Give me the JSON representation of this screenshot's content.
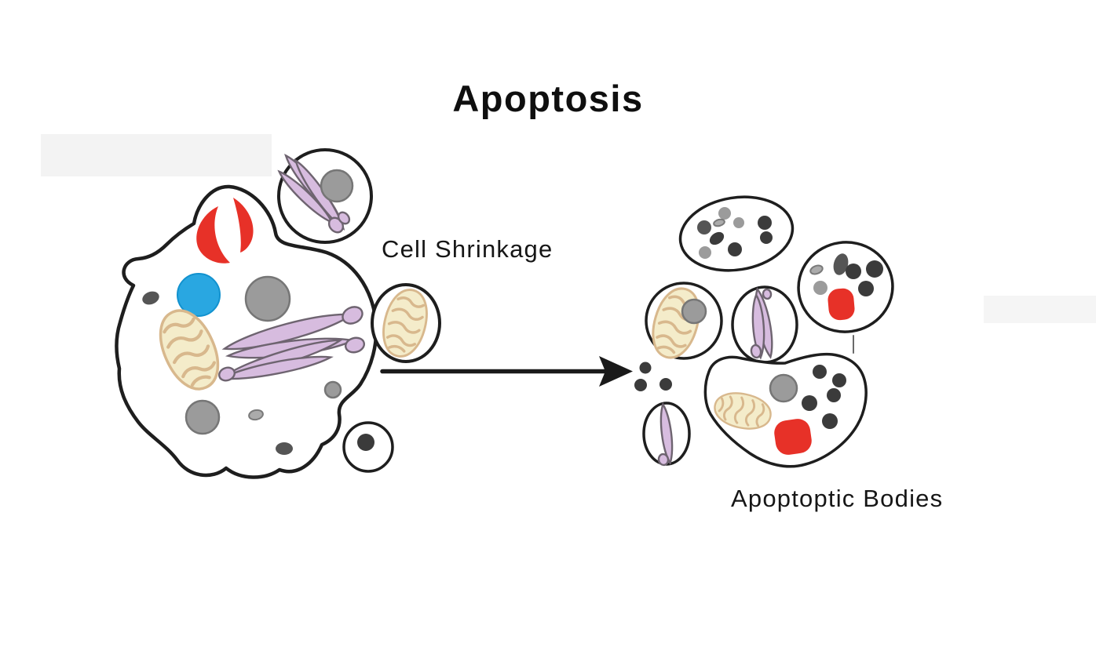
{
  "title": "Apoptosis",
  "labels": {
    "process": "Cell Shrinkage",
    "result": "Apoptoptic Bodies"
  },
  "palette": {
    "background": "#ffffff",
    "outline": "#1e1e1e",
    "text": "#141414",
    "red_organelle": "#e73128",
    "blue_vesicle": "#29a7e1",
    "purple_golgi": "#d7bcdf",
    "tan_mitochondrion": "#f4ecca",
    "tan_cristae": "#d8b88d",
    "gray_nucleus": "#9b9b9b",
    "dark_chromatin_dot": "#3b3b3b",
    "faint_panel": "#f3f3f3"
  },
  "icons": {
    "dying_cell": "irregular blebbing cell outline",
    "lysosome": "red striped sphere",
    "vesicle": "blue circle",
    "nucleus": "gray circle",
    "mitochondrion": "tan bean with cristae folds",
    "golgi_apparatus": "stack of purple cisternae",
    "chromatin_dot": "dark gray dot",
    "membrane_bleb": "small detached circle",
    "apoptotic_body": "membrane-bound cell fragment",
    "arrow": "right-pointing arrow"
  }
}
